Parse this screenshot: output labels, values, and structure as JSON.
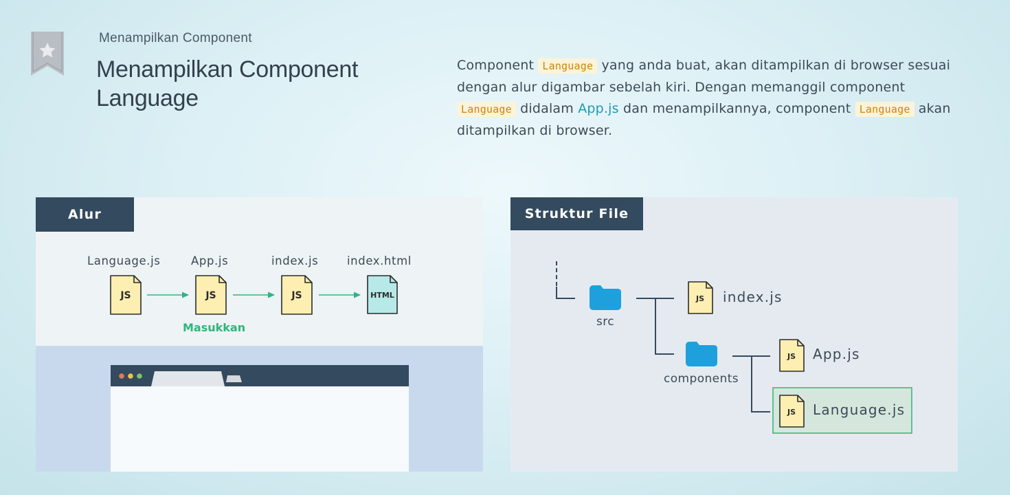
{
  "header": {
    "subtitle": "Menampilkan Component",
    "title": "Menampilkan Component Language"
  },
  "description": {
    "p1": "Component ",
    "code1": "Language",
    "p2": " yang anda buat, akan ditampilkan di browser sesuai dengan alur digambar sebelah kiri. Dengan memanggil component ",
    "code2": "Language",
    "p3": " didalam ",
    "link": "App.js",
    "p4": " dan menampilkannya, component ",
    "code3": "Language",
    "p5": " akan ditampilkan di browser."
  },
  "flow": {
    "tag": "Alur",
    "files": [
      "Language.js",
      "App.js",
      "index.js",
      "index.html"
    ],
    "icon_labels": [
      "JS",
      "JS",
      "JS",
      "HTML"
    ],
    "arrow_label": "Masukkan"
  },
  "structure": {
    "tag": "Struktur File",
    "src_label": "src",
    "components_label": "components",
    "icon_label": "JS",
    "files": [
      "index.js",
      "App.js",
      "Language.js"
    ]
  },
  "colors": {
    "tag_bg": "#344a5e",
    "accent_green": "#2fb57b",
    "folder_blue": "#1ea0dd",
    "js_yellow": "#fcefb1",
    "html_teal": "#b6e9e7",
    "highlight_bg": "#d5e7dd",
    "highlight_border": "#3cb878"
  }
}
